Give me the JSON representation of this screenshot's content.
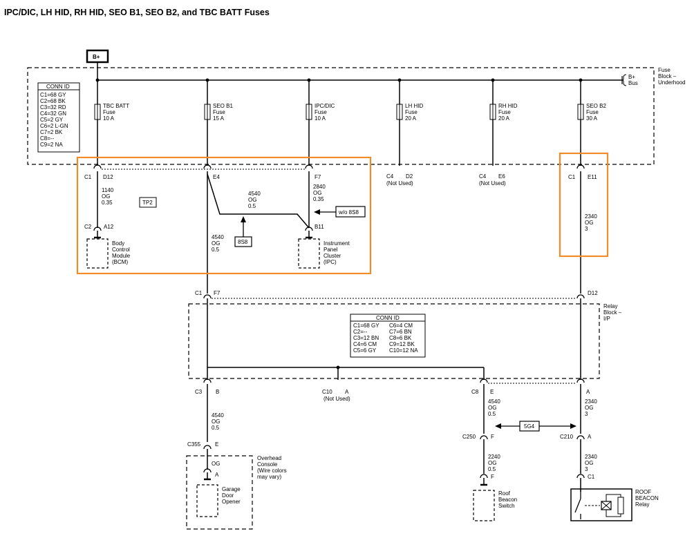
{
  "title": "IPC/DIC, LH HID, RH HID, SEO B1, SEO B2, and TBC BATT Fuses",
  "battery_label": "B+",
  "underhood_block": {
    "label_lines": [
      "Fuse",
      "Block –",
      "Underhood"
    ],
    "bus_label_lines": [
      "B+",
      "Bus"
    ],
    "conn_id": {
      "heading": "CONN ID",
      "lines": [
        "C1=68 GY",
        "C2=68 BK",
        "C3=32 RD",
        "C4=32 GN",
        "C5=2 GY",
        "C6=2 L-GN",
        "C7=2 BK",
        "C8=--",
        "C9=2 NA"
      ]
    }
  },
  "fuses": [
    {
      "name_lines": [
        "TBC BATT",
        "Fuse"
      ],
      "rating": "10 A",
      "conn": "C1",
      "pin": "D12"
    },
    {
      "name_lines": [
        "SEO B1",
        "Fuse"
      ],
      "rating": "15 A",
      "conn": "",
      "pin": "E4"
    },
    {
      "name_lines": [
        "IPC/DIC",
        "Fuse"
      ],
      "rating": "10 A",
      "conn": "",
      "pin": "F7"
    },
    {
      "name_lines": [
        "LH HID",
        "Fuse"
      ],
      "rating": "20 A",
      "conn": "C4",
      "pin": "D2",
      "status": "(Not Used)"
    },
    {
      "name_lines": [
        "RH HID",
        "Fuse"
      ],
      "rating": "20 A",
      "conn": "C4",
      "pin": "E6",
      "status": "(Not Used)"
    },
    {
      "name_lines": [
        "SEO B2",
        "Fuse"
      ],
      "rating": "30 A",
      "conn": "C1",
      "pin": "E11"
    }
  ],
  "wires": {
    "bcm_feed": [
      "1140",
      "OG",
      "0.35"
    ],
    "seo_b1_branch": [
      "4540",
      "OG",
      "0.5"
    ],
    "ipc_feed": [
      "2840",
      "OG",
      "0.35"
    ],
    "seo_b1_main": [
      "4540",
      "OG",
      "0.5"
    ],
    "seo_b2_main": [
      "2340",
      "OG",
      "3"
    ],
    "overhead_feed": [
      "4540",
      "OG",
      "0.5"
    ],
    "overhead_inline": [
      "OG"
    ],
    "beacon_upper": [
      "4540",
      "OG",
      "0.5"
    ],
    "relay_upper": [
      "2340",
      "OG",
      "3"
    ],
    "beacon_switch_feed": [
      "2240",
      "OG",
      "0.5"
    ],
    "relay_feed": [
      "2340",
      "OG",
      "3"
    ]
  },
  "tags": {
    "tp2": "TP2",
    "ref_8s8": "8S8",
    "ref_wo_8s8": "w/o 8S8",
    "ref_5g4": "5G4"
  },
  "components": {
    "bcm": {
      "conn": "C2",
      "pin": "A12",
      "name_lines": [
        "Body",
        "Control",
        "Module",
        "(BCM)"
      ]
    },
    "ipc": {
      "pin": "B11",
      "name_lines": [
        "Instrument",
        "Panel",
        "Cluster",
        "(IPC)"
      ]
    },
    "overhead": {
      "splice_conn": "C355",
      "splice_pin": "E",
      "pin": "A",
      "name_lines": [
        "Overhead",
        "Console",
        "(Wire colors",
        "may vary)"
      ]
    },
    "garage": {
      "name_lines": [
        "Garage",
        "Door",
        "Opener"
      ]
    },
    "beacon_switch": {
      "pin": "F",
      "name_lines": [
        "Roof",
        "Beacon",
        "Switch"
      ]
    },
    "relay": {
      "pin": "C1",
      "name_lines": [
        "ROOF",
        "BEACON",
        "Relay"
      ]
    }
  },
  "relay_block": {
    "label_lines": [
      "Relay",
      "Block –",
      "I/P"
    ],
    "in_left": {
      "conn": "C1",
      "pin": "F7"
    },
    "in_right": {
      "pin": "D12"
    },
    "conn_id": {
      "heading": "CONN ID",
      "left": [
        "C1=68 GY",
        "C2=--",
        "C3=12 BN",
        "C4=6 CM",
        "C5=6 GY"
      ],
      "right": [
        "C6=4 CM",
        "C7=6 BN",
        "C8=6 BK",
        "C9=12 BK",
        "C10=12 NA"
      ]
    },
    "out": [
      {
        "conn": "C3",
        "pin": "B"
      },
      {
        "conn": "C10",
        "pin": "A",
        "status": "(Not Used)"
      },
      {
        "conn": "C8",
        "pin": "E"
      },
      {
        "conn": "",
        "pin": "A"
      }
    ]
  },
  "inline_connectors": [
    {
      "conn": "C250",
      "pin": "F"
    },
    {
      "conn": "C210",
      "pin": "A"
    }
  ],
  "highlight_color": "#f28c28"
}
